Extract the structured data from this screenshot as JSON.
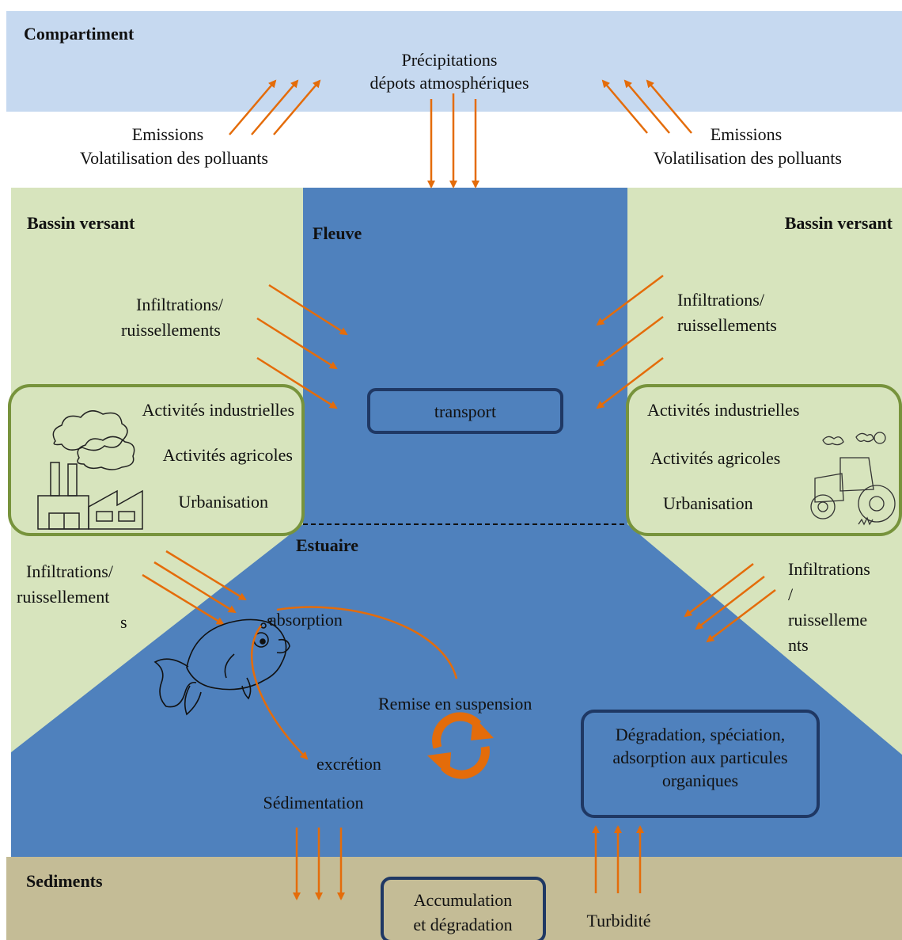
{
  "atmosphere": {
    "label": "Compartiment",
    "precipitation_line1": "Précipitations",
    "precipitation_line2": "dépots atmosphériques"
  },
  "emissions": {
    "left_line1": "Emissions",
    "left_line2": "Volatilisation des polluants",
    "right_line1": "Emissions",
    "right_line2": "Volatilisation des polluants"
  },
  "watershed": {
    "left_label": "Bassin versant",
    "right_label": "Bassin versant",
    "left_runoff_line1": "Infiltrations/",
    "left_runoff_line2": "ruissellements",
    "right_runoff_line1": "Infiltrations/",
    "right_runoff_line2": "ruissellements",
    "left_activities": [
      "Activités industrielles",
      "Activités agricoles",
      "Urbanisation"
    ],
    "right_activities": [
      "Activités industrielles",
      "Activités agricoles",
      "Urbanisation"
    ]
  },
  "river": {
    "label": "Fleuve",
    "transport": "transport"
  },
  "estuary": {
    "label": "Estuaire",
    "left_runoff_lines": [
      "Infiltrations/",
      "ruissellement",
      "s"
    ],
    "right_runoff_lines": [
      "Infiltrations",
      "/",
      "ruisselleme",
      "nts"
    ],
    "absorption": "absorption",
    "excretion": "excrétion",
    "resuspension": "Remise en suspension",
    "degradation_lines": [
      "Dégradation, spéciation,",
      "adsorption aux particules",
      "organiques"
    ],
    "sedimentation": "Sédimentation"
  },
  "sediments": {
    "label": "Sediments",
    "accumulation_lines": [
      "Accumulation",
      "et dégradation"
    ],
    "turbidity": "Turbidité"
  },
  "colors": {
    "sky": "#c6d9f0",
    "land": "#d7e4bd",
    "water": "#4f81bd",
    "sediment": "#c4bc96",
    "arrow": "#e46c0a",
    "box_border": "#1f3864",
    "activity_border": "#77933c"
  }
}
